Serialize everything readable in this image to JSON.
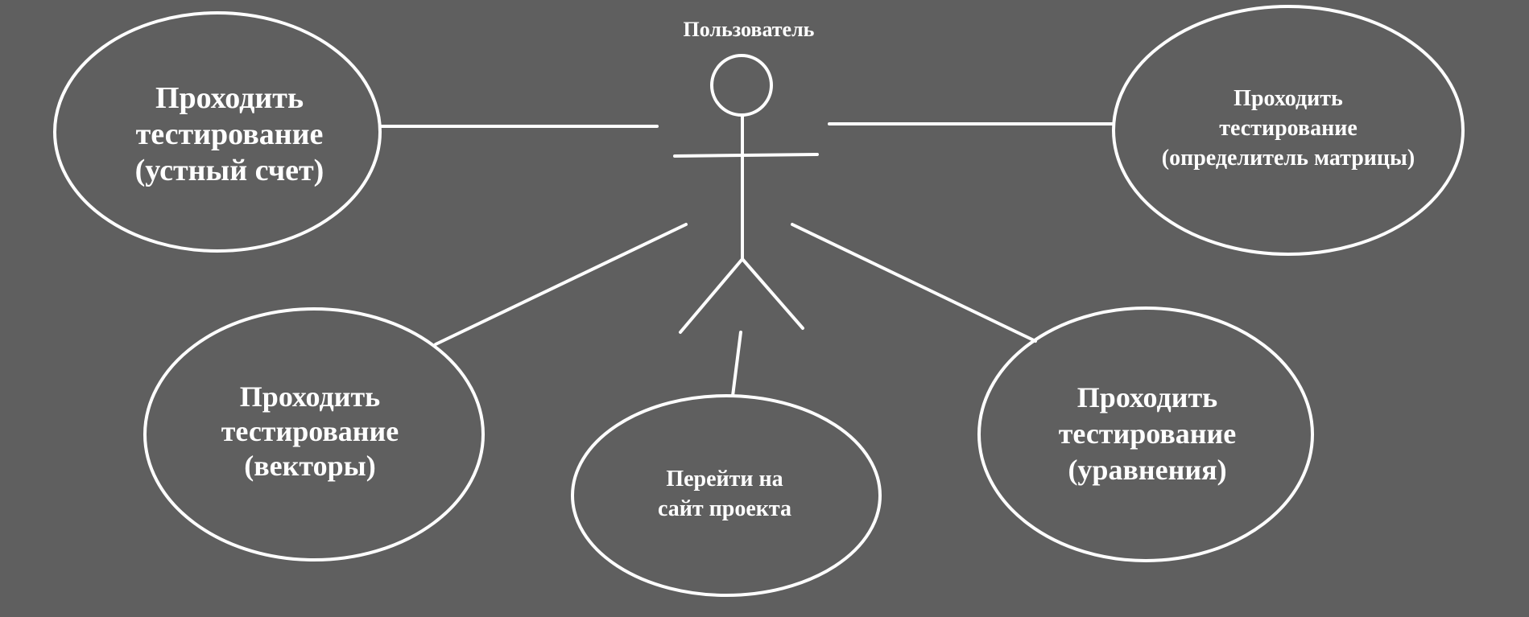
{
  "actor": {
    "name": "Пользователь"
  },
  "use_cases": {
    "oral_count": {
      "line1": "Проходить",
      "line2": "тестирование",
      "line3": "(устный счет)"
    },
    "matrix_determinant": {
      "line1": "Проходить",
      "line2": "тестирование",
      "line3": "(определитель матрицы)"
    },
    "vectors": {
      "line1": "Проходить",
      "line2": "тестирование",
      "line3": "(векторы)"
    },
    "project_site": {
      "line1": "Перейти на",
      "line2": "сайт проекта"
    },
    "equations": {
      "line1": "Проходить",
      "line2": "тестирование",
      "line3": "(уравнения)"
    }
  },
  "colors": {
    "background": "#5f5f5f",
    "stroke": "#ffffff",
    "text": "#ffffff"
  }
}
